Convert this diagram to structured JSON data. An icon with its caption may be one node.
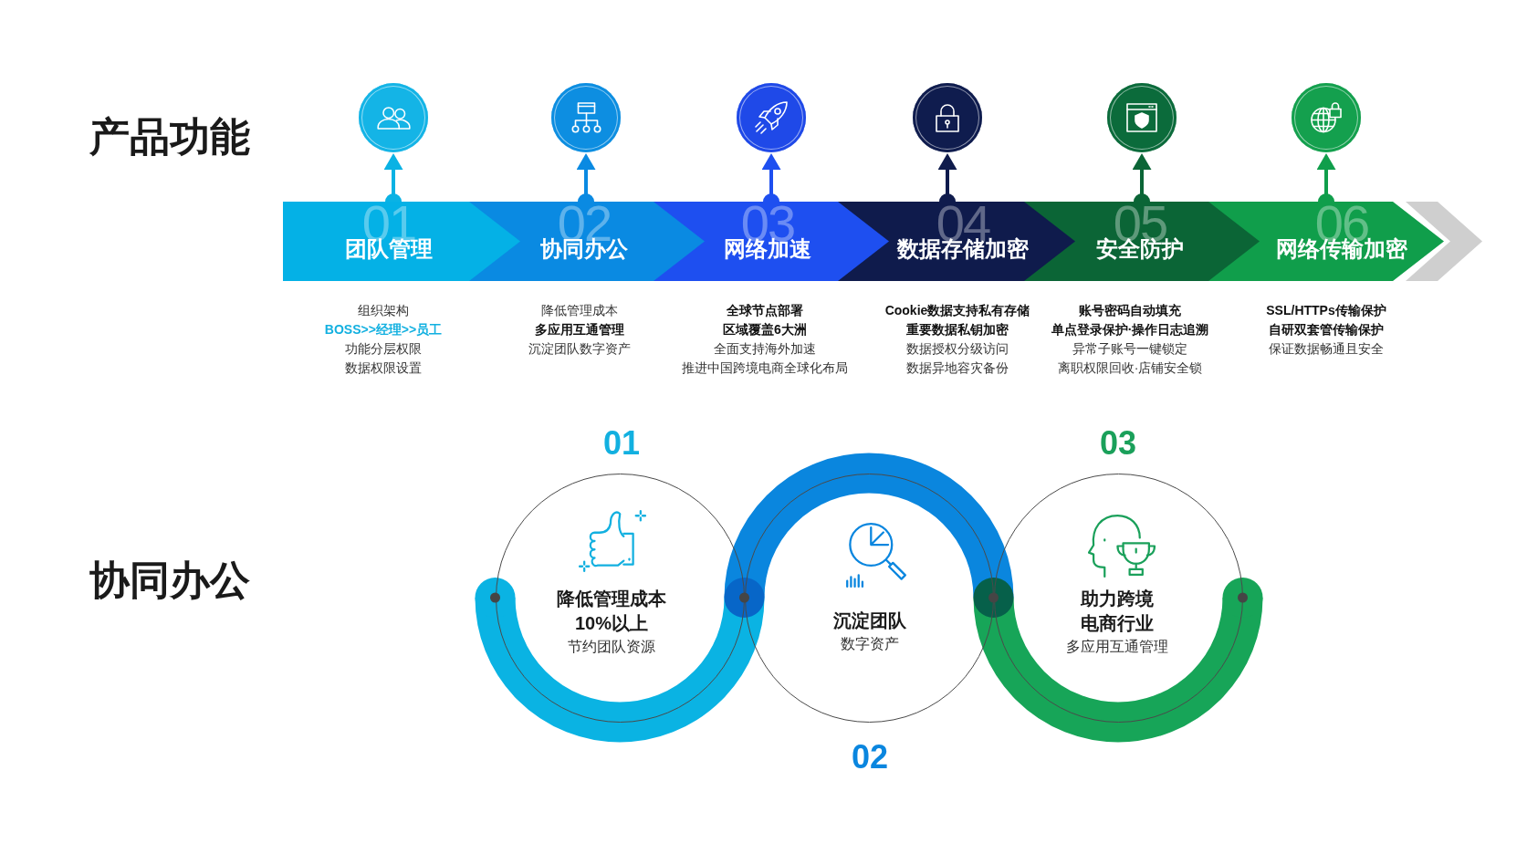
{
  "diagram": {
    "nodes": [
      {
        "text": [],
        "shape": "circle"
      },
      {
        "text": [],
        "shape": "circle"
      },
      {
        "text": [],
        "shape": "circle"
      },
      {
        "text": [],
        "shape": "circle"
      },
      {
        "text": [],
        "shape": "circle"
      },
      {
        "text": [],
        "shape": "circle"
      },
      {
        "text": [
          "01",
          "团队管理"
        ],
        "beside": [
          "组织架构",
          "BOSS>>经理>>员工",
          "功能分层权限",
          "数据权限设置"
        ]
      },
      {
        "text": [
          "02",
          "协同办公"
        ],
        "beside": [
          "降低管理成本",
          "多应用互通管理",
          "沉淀团队数字资产"
        ]
      },
      {
        "text": [
          "03",
          "网络加速"
        ],
        "beside": [
          "全球节点部署",
          "区域覆盖6大洲",
          "全面支持海外加速",
          "推进中国跨境电商全球化布局"
        ]
      },
      {
        "text": [
          "04",
          "数据存储加密"
        ],
        "beside": [
          "Cookie数据支持私有存储",
          "重要数据私钥加密",
          "数据授权分级访问",
          "数据异地容灾备份"
        ]
      },
      {
        "text": [
          "05",
          "安全防护"
        ],
        "beside": [
          "账号密码自动填充",
          "单点登录保护·操作日志追溯",
          "异常子账号一键锁定",
          "离职权限回收·店铺安全锁"
        ]
      },
      {
        "text": [
          "06",
          "网络传输加密"
        ],
        "beside": [
          "SSL/HTTPs传输保护",
          "自研双套管传输保护",
          "保证数据畅通且安全"
        ]
      },
      {
        "text": [
          "降低管理成本10%以上",
          "节约团队资源"
        ],
        "beside": [
          "01"
        ]
      },
      {
        "text": [
          "沉淀团队",
          "数字资产"
        ],
        "beside": [
          "02"
        ]
      },
      {
        "text": [
          "助力跨境电商行业",
          "多应用互通管理"
        ],
        "beside": [
          "03"
        ]
      }
    ],
    "edges": [
      {
        "from": 6,
        "to": 0,
        "arrow": "to",
        "color": "#0ab2e4"
      },
      {
        "from": 7,
        "to": 1,
        "arrow": "to",
        "color": "#0a8ae2"
      },
      {
        "from": 8,
        "to": 2,
        "arrow": "to",
        "color": "#1e4ff0"
      },
      {
        "from": 9,
        "to": 3,
        "arrow": "to",
        "color": "#0f1b4c"
      },
      {
        "from": 10,
        "to": 4,
        "arrow": "to",
        "color": "#0b6536"
      },
      {
        "from": 11,
        "to": 5,
        "arrow": "to",
        "color": "#109e4b"
      }
    ],
    "labels": [
      "产品功能",
      "协同办公"
    ]
  }
}
